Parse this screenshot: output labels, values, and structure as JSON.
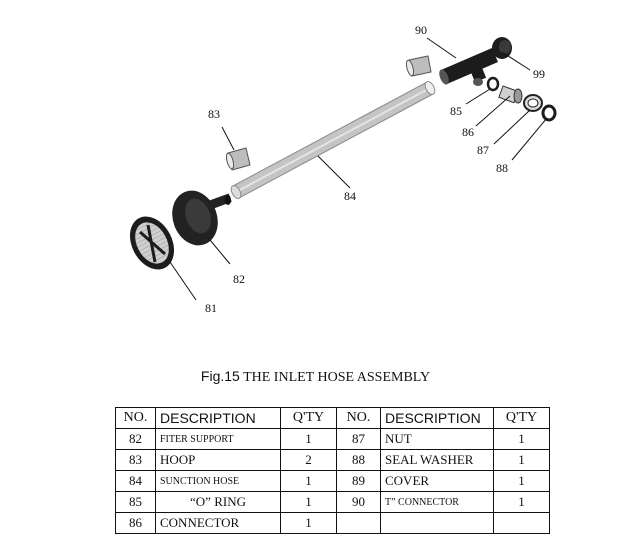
{
  "callouts": {
    "c81": "81",
    "c82": "82",
    "c83": "83",
    "c84": "84",
    "c85": "85",
    "c86": "86",
    "c87": "87",
    "c88": "88",
    "c89": "99",
    "c90": "90"
  },
  "caption": {
    "fig": "Fig.15",
    "title": "THE INLET HOSE ASSEMBLY"
  },
  "table": {
    "headers": [
      "NO.",
      "DESCRIPTION",
      "Q'TY",
      "NO.",
      "DESCRIPTION",
      "Q'TY"
    ],
    "rows": [
      [
        "82",
        "FITER SUPPORT",
        "1",
        "87",
        "NUT",
        "1"
      ],
      [
        "83",
        "HOOP",
        "2",
        "88",
        "SEAL WASHER",
        "1"
      ],
      [
        "84",
        "SUNCTION HOSE",
        "1",
        "89",
        "COVER",
        "1"
      ],
      [
        "85",
        "“O” RING",
        "1",
        "90",
        "T” CONNECTOR",
        "1"
      ],
      [
        "86",
        "CONNECTOR",
        "1",
        "",
        "",
        ""
      ]
    ]
  },
  "colors": {
    "part_dark": "#1c1c1c",
    "hose": "#c4c4c4",
    "hoop": "#bdbdbd",
    "line": "#111111"
  }
}
